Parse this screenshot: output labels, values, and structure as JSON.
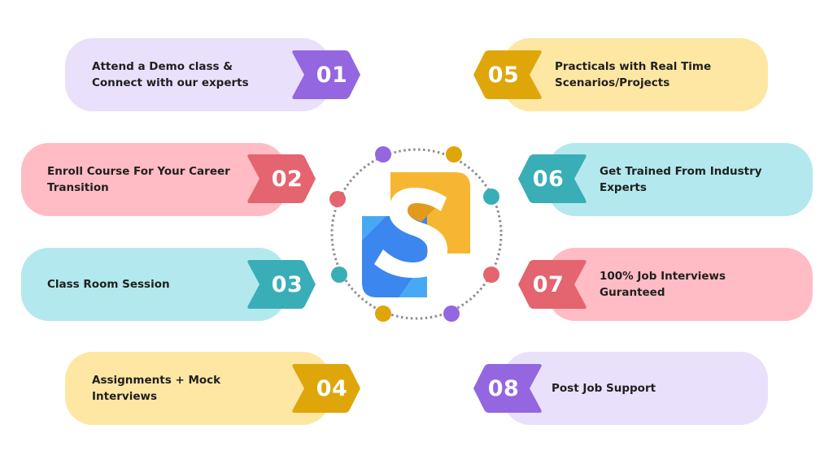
{
  "colors": {
    "purple": "#9466e0",
    "purple_bg": "#e9e0fb",
    "red": "#e4646f",
    "red_bg": "#ffbcc4",
    "teal": "#39aeb6",
    "teal_bg": "#b3e9ee",
    "gold": "#dfa60a",
    "gold_bg": "#fde7a3",
    "logo_blue": "#3b86ef",
    "logo_light_blue": "#47a9f3",
    "logo_yellow": "#f7b631",
    "logo_dark_yellow": "#e19a1c"
  },
  "steps": [
    {
      "number": "01",
      "label": "Attend a Demo class &\nConnect with our experts",
      "color": "purple"
    },
    {
      "number": "02",
      "label": "Enroll Course For Your Career\nTransition",
      "color": "red"
    },
    {
      "number": "03",
      "label": "Class Room Session",
      "color": "teal"
    },
    {
      "number": "04",
      "label": "Assignments + Mock\nInterviews",
      "color": "gold"
    },
    {
      "number": "05",
      "label": "Practicals with Real Time\nScenarios/Projects",
      "color": "gold"
    },
    {
      "number": "06",
      "label": "Get Trained From Industry\nExperts",
      "color": "teal"
    },
    {
      "number": "07",
      "label": "100% Job Interviews\nGuranteed",
      "color": "red"
    },
    {
      "number": "08",
      "label": "Post Job Support",
      "color": "purple"
    }
  ],
  "logo": {
    "letter": "S"
  }
}
